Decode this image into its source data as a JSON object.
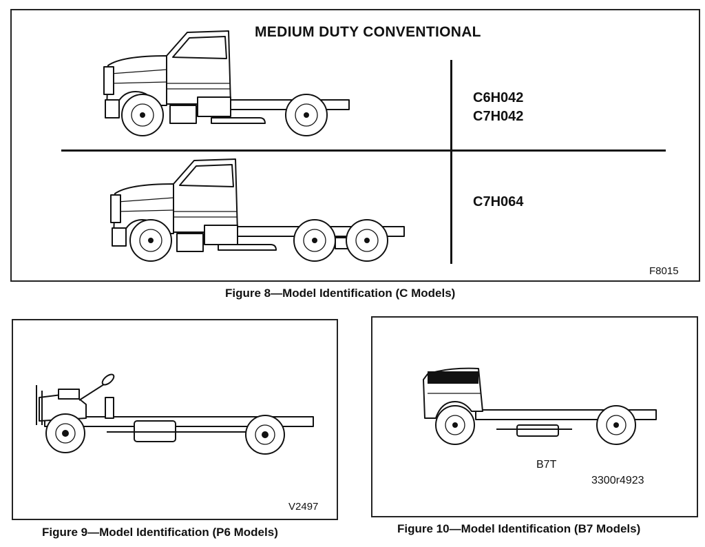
{
  "figure8": {
    "heading": "MEDIUM DUTY CONVENTIONAL",
    "models_top": [
      "C6H042",
      "C7H042"
    ],
    "models_bottom": [
      "C7H064"
    ],
    "code": "F8015",
    "caption": "Figure 8—Model Identification (C Models)"
  },
  "figure9": {
    "code": "V2497",
    "caption": "Figure 9—Model Identification (P6 Models)"
  },
  "figure10": {
    "model": "B7T",
    "code": "3300r4923",
    "caption": "Figure 10—Model Identification (B7 Models)"
  },
  "icons": [
    "truck-two-axle-drawing",
    "truck-three-axle-drawing",
    "bare-chassis-drawing",
    "cab-chassis-drawing"
  ]
}
